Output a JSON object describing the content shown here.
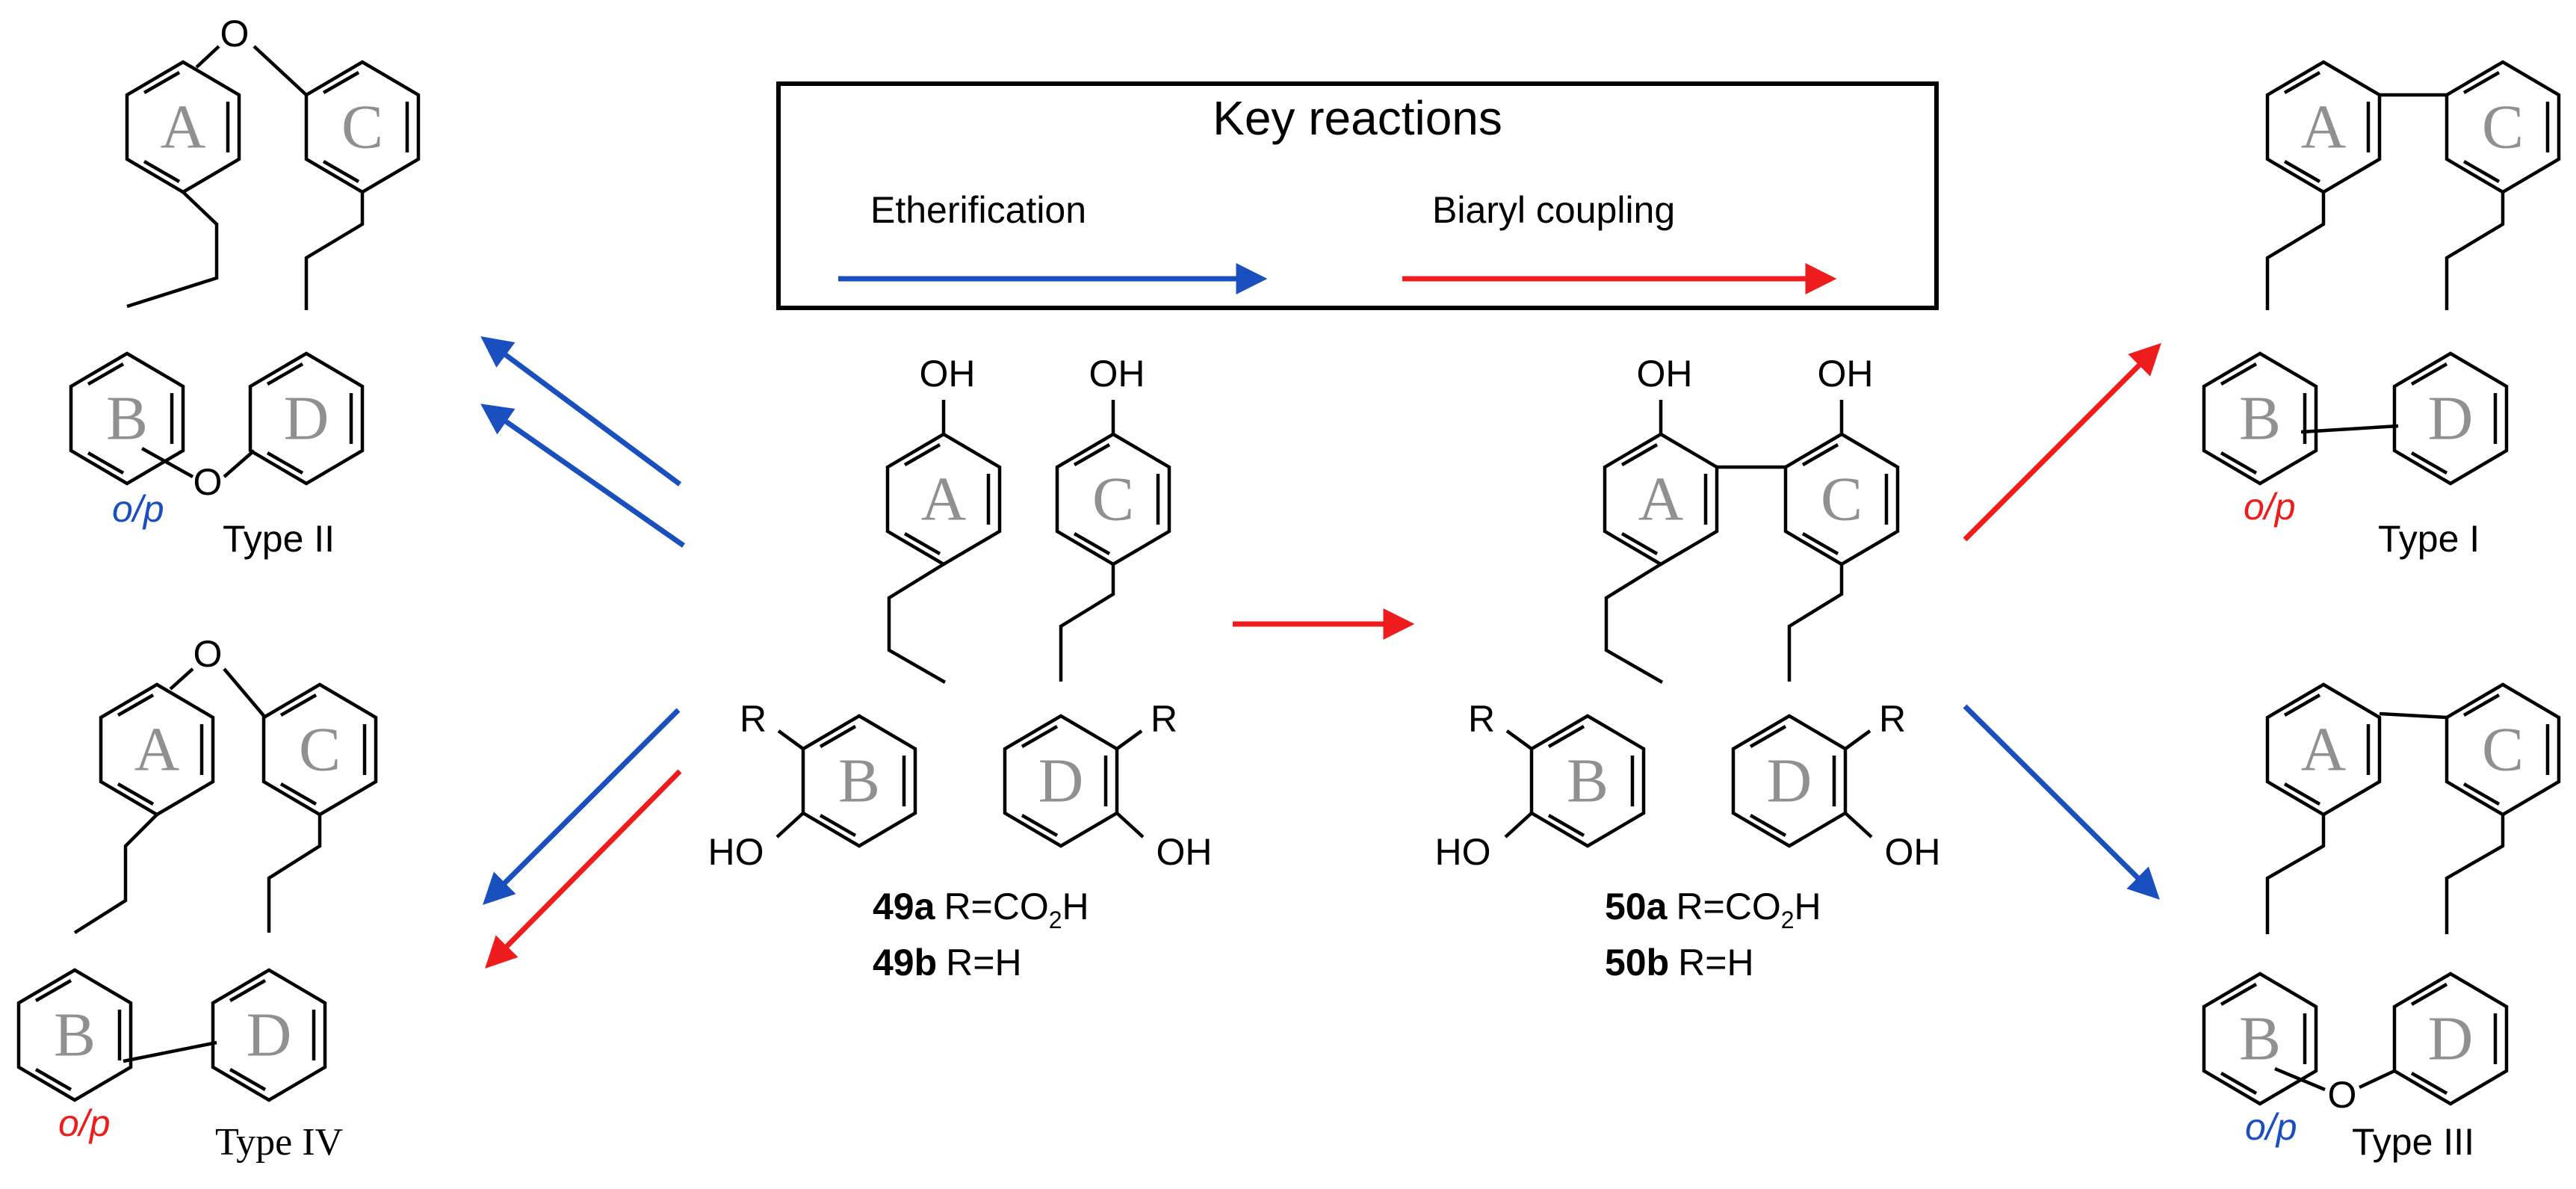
{
  "legend": {
    "title": "Key reactions",
    "etherification_label": "Etherification",
    "coupling_label": "Biaryl coupling"
  },
  "colors": {
    "etherification": "#1a4fbf",
    "coupling": "#ee1c1c",
    "ring_letter": "#909090"
  },
  "rings": {
    "a": "A",
    "b": "B",
    "c": "C",
    "d": "D"
  },
  "atoms": {
    "oh": "OH",
    "ho": "HO",
    "o": "O",
    "r": "R"
  },
  "compounds": {
    "c49a_id": "49a",
    "c49a_sub": "R=CO",
    "c49b_id": "49b",
    "c49b_sub": "R=H",
    "c50a_id": "50a",
    "c50a_sub": "R=CO",
    "c50b_id": "50b",
    "c50b_sub": "R=H",
    "acid_sub": "2",
    "acid_end": "H"
  },
  "types": {
    "type1": "Type I",
    "type2": "Type II",
    "type3": "Type III",
    "type4": "Type IV",
    "op": "o/p"
  }
}
